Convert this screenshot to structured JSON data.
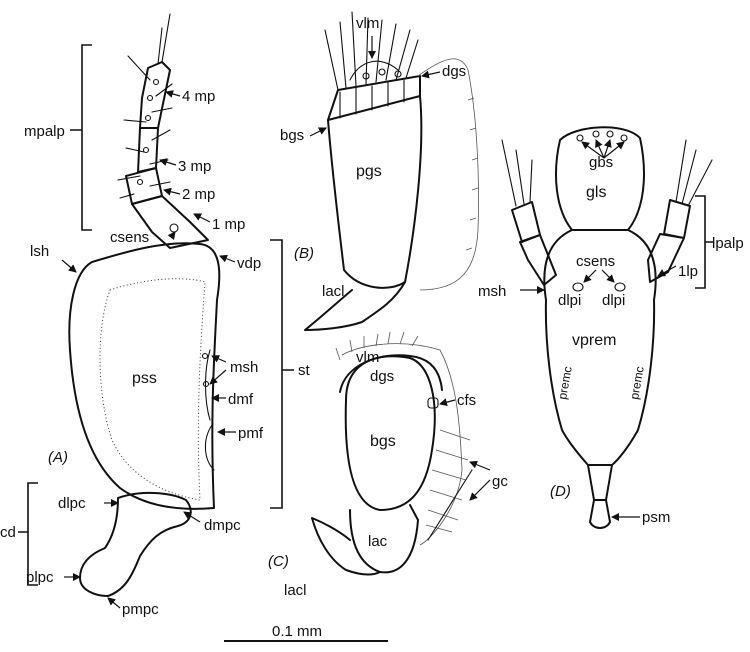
{
  "panels": {
    "A": "(A)",
    "B": "(B)",
    "C": "(C)",
    "D": "(D)"
  },
  "labels": {
    "mpalp": "mpalp",
    "mp4": "4 mp",
    "mp3": "3 mp",
    "mp2": "2 mp",
    "mp1": "1 mp",
    "csens_a": "csens",
    "lsh": "lsh",
    "vdp": "vdp",
    "pss": "pss",
    "msh_a": "msh",
    "st": "st",
    "dmf": "dmf",
    "pmf": "pmf",
    "dlpc": "dlpc",
    "cd": "cd",
    "dmpc": "dmpc",
    "plpc": "plpc",
    "pmpc": "pmpc",
    "vlm_b": "vlm",
    "dgs_b": "dgs",
    "bgs_b": "bgs",
    "pgs": "pgs",
    "lacl_b": "lacl",
    "vlm_c": "vlm",
    "dgs_c": "dgs",
    "cfs": "cfs",
    "bgs_c": "bgs",
    "gc": "gc",
    "lac": "lac",
    "lacl_c": "lacl",
    "gbs": "gbs",
    "gls": "gls",
    "lpalp": "lpalp",
    "csens_d": "csens",
    "msh_d": "msh",
    "lp1": "1lp",
    "dlpi_l": "dlpi",
    "dlpi_r": "dlpi",
    "vprem": "vprem",
    "premc_l": "premc",
    "premc_r": "premc",
    "psm": "psm"
  },
  "scale_bar": {
    "label": "0.1 mm"
  }
}
